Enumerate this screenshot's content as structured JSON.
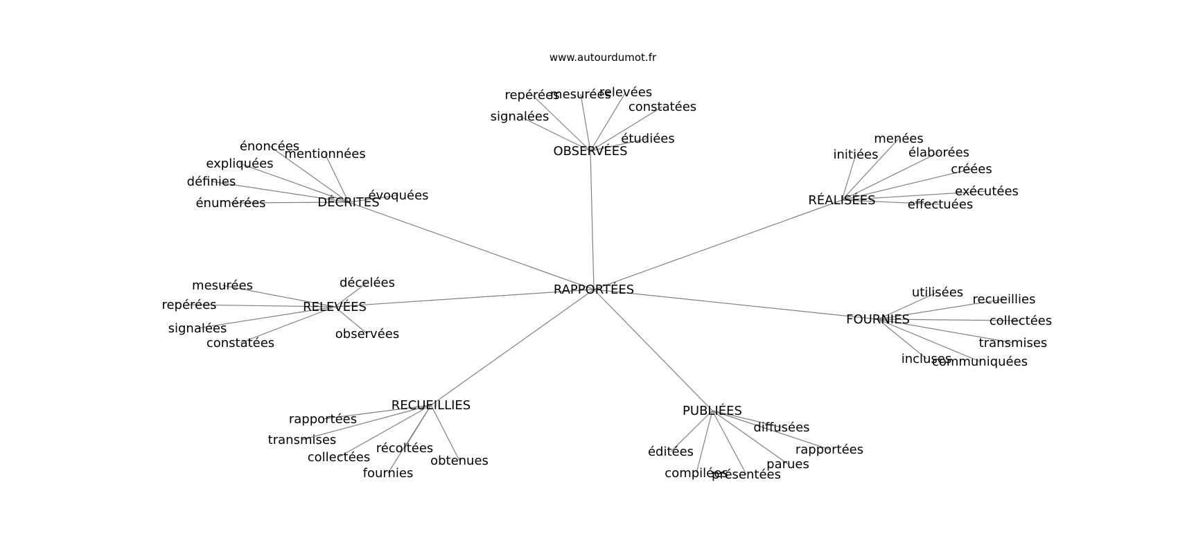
{
  "watermark": "www.autourdumot.fr",
  "colors": {
    "edge": "#808080",
    "text": "#000000",
    "background": "#ffffff"
  },
  "graph": {
    "center": "RAPPORTÉES",
    "clusters": [
      {
        "id": "observees",
        "label": "OBSERVÉES",
        "leaves": [
          "repérées",
          "mesurées",
          "relevées",
          "constatées",
          "signalées",
          "étudiées"
        ]
      },
      {
        "id": "decrites",
        "label": "DÉCRITES",
        "leaves": [
          "énoncées",
          "mentionnées",
          "expliquées",
          "définies",
          "énumérées",
          "évoquées"
        ]
      },
      {
        "id": "realisees",
        "label": "RÉALISÉES",
        "leaves": [
          "menées",
          "initiées",
          "élaborées",
          "créées",
          "exécutées",
          "effectuées"
        ]
      },
      {
        "id": "relevees",
        "label": "RELEVÉES",
        "leaves": [
          "mesurées",
          "décelées",
          "repérées",
          "signalées",
          "constatées",
          "observées"
        ]
      },
      {
        "id": "fournies",
        "label": "FOURNIES",
        "leaves": [
          "utilisées",
          "recueillies",
          "collectées",
          "transmises",
          "incluses",
          "communiquées"
        ]
      },
      {
        "id": "recueillies",
        "label": "RECUEILLIES",
        "leaves": [
          "rapportées",
          "transmises",
          "collectées",
          "récoltées",
          "obtenues",
          "fournies"
        ]
      },
      {
        "id": "publiees",
        "label": "PUBLIÉES",
        "leaves": [
          "diffusées",
          "éditées",
          "rapportées",
          "parues",
          "compilées",
          "présentées"
        ]
      }
    ]
  }
}
